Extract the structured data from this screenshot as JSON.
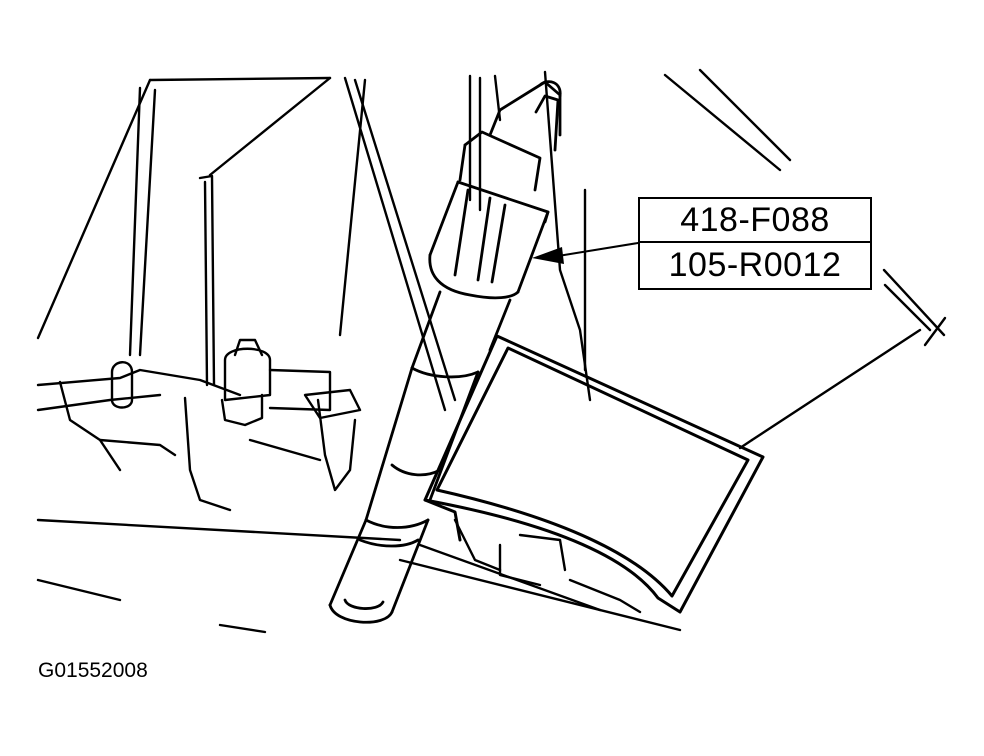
{
  "figure": {
    "tool_number": "418-F088",
    "part_number": "105-R0012",
    "figure_id": "G01552008"
  }
}
